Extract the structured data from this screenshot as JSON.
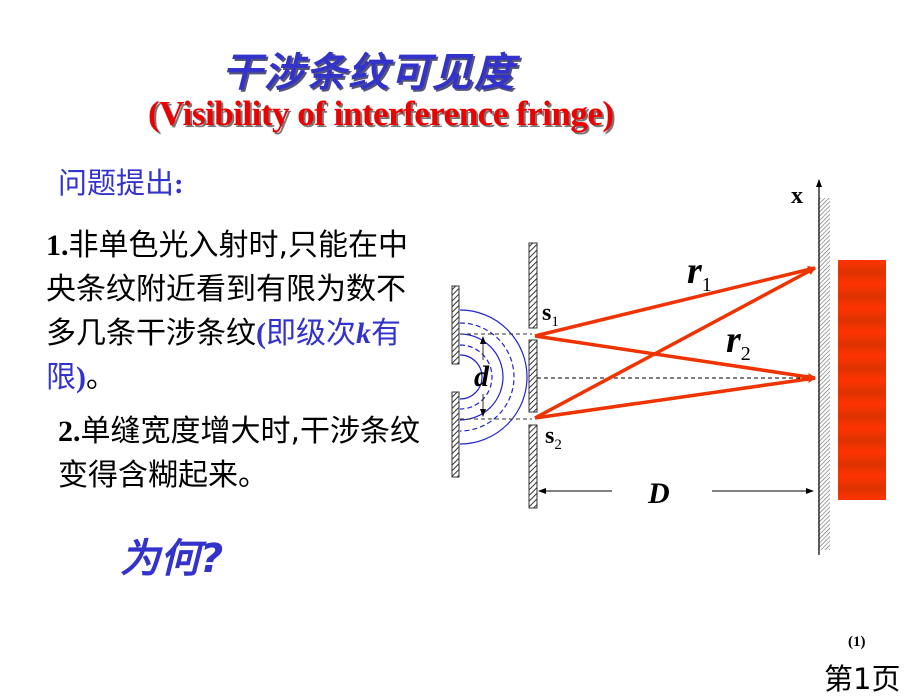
{
  "slide": {
    "title_cn": "干涉条纹可见度",
    "title_en": "(Visibility of interference fringe)",
    "question_heading": "问题提出",
    "question_colon": ":",
    "points": [
      {
        "number": "1.",
        "text_a": "非单色光入射时,只能在中央条纹附近看到有限为数不多几条干涉条纹",
        "paren_open": "(",
        "paren_text": "即级次",
        "variable": "k",
        "paren_text_2": "有限",
        "paren_close": ")",
        "text_end": "。"
      },
      {
        "number": "2.",
        "text": "单缝宽度增大时,干涉条纹变得含糊起来。"
      }
    ],
    "why": "为何?",
    "footnote": "(1)",
    "page_label": "第1页"
  },
  "diagram": {
    "labels": {
      "x_axis": "x",
      "slit1": "s",
      "slit1_sub": "1",
      "slit2": "s",
      "slit2_sub": "2",
      "r1": "r",
      "r1_sub": "1",
      "r2": "r",
      "r2_sub": "2",
      "d": "d",
      "D": "D"
    },
    "colors": {
      "ray": "#ee3300",
      "wavefront": "#2222cc",
      "fringe_bright": "#ff3300",
      "fringe_dark": "#dd3300",
      "hatch": "#333333"
    }
  }
}
